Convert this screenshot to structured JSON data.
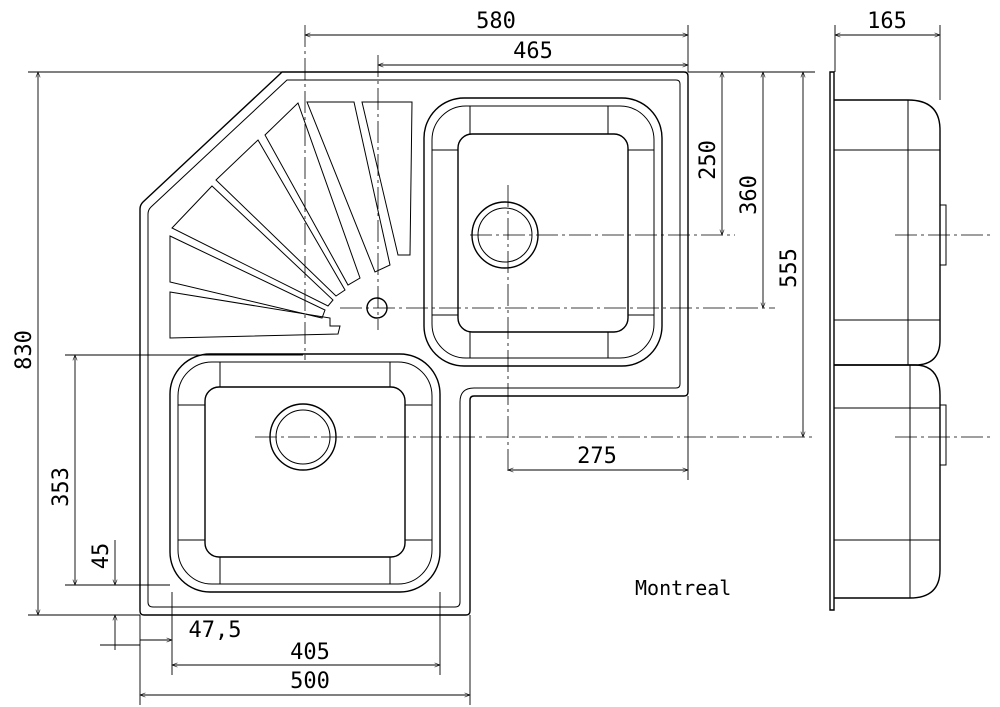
{
  "drawing": {
    "product_name": "Montreal",
    "dimensions": {
      "top_width": "580",
      "right_bowl_offset": "465",
      "depth": "165",
      "drain_right_v": "250",
      "small_drain_v": "360",
      "drain_left_v": "555",
      "total_height": "830",
      "left_drain_from_bottom": "353",
      "bottom_rim": "45",
      "right_drain_h": "275",
      "left_edge": "47,5",
      "left_bowl_width": "405",
      "bottom_width": "500"
    }
  }
}
